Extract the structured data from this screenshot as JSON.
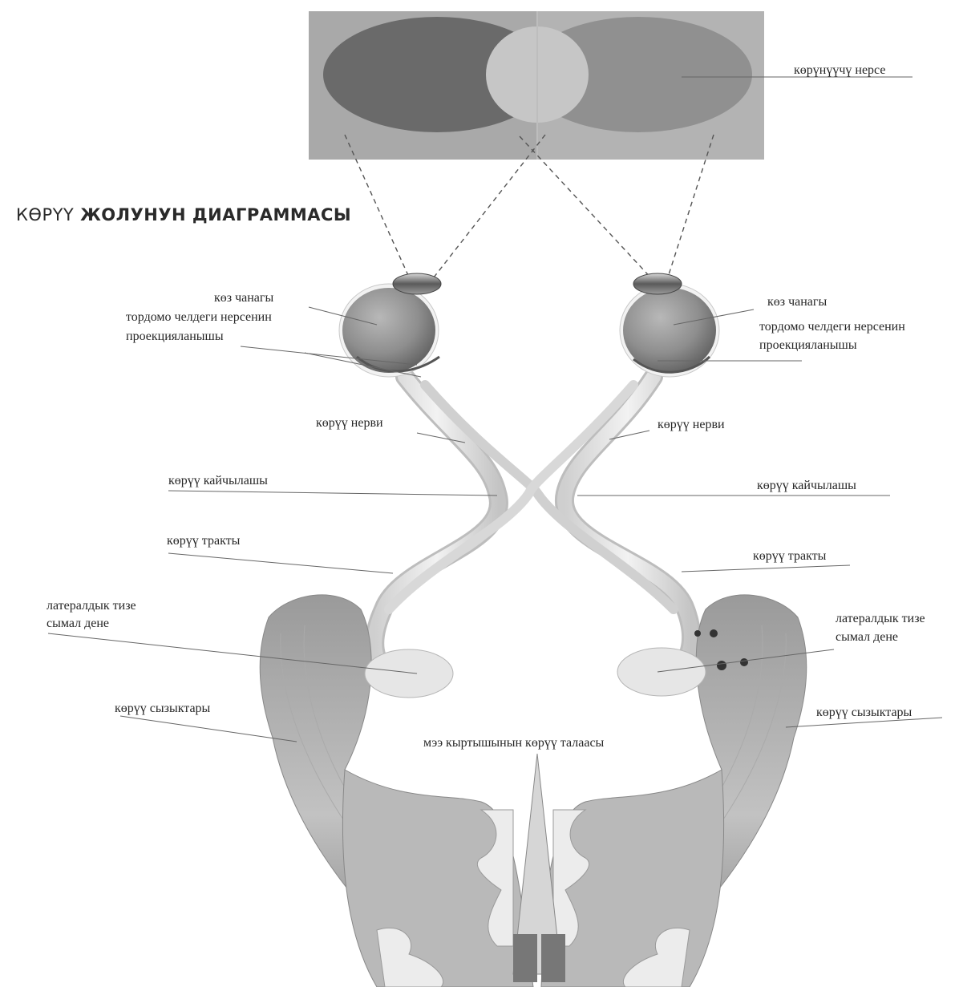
{
  "title": {
    "part1": "КӨРҮҮ",
    "part2": "ЖОЛУНУН ДИАГРАММАСЫ"
  },
  "labels": {
    "visible_object": "көрүнүүчү нерсе",
    "eyeball_left": "көз чанагы",
    "retina_projection_left_1": "тордомо челдеги нерсенин",
    "retina_projection_left_2": "проекцияланышы",
    "eyeball_right": "көз чанагы",
    "retina_projection_right_1": "тордомо челдеги нерсенин",
    "retina_projection_right_2": "проекцияланышы",
    "optic_nerve_left": "көрүү нерви",
    "optic_nerve_right": "көрүү нерви",
    "chiasm_left": "көрүү кайчылашы",
    "chiasm_right": "көрүү кайчылашы",
    "tract_left": "көрүү тракты",
    "tract_right": "көрүү тракты",
    "lgn_left_1": "латералдык тизе",
    "lgn_left_2": "сымал дене",
    "lgn_right_1": "латералдык тизе",
    "lgn_right_2": "сымал дене",
    "radiation_left": "көрүү сызыктары",
    "radiation_right": "көрүү сызыктары",
    "visual_cortex": "мээ кыртышынын көрүү талаасы"
  }
}
